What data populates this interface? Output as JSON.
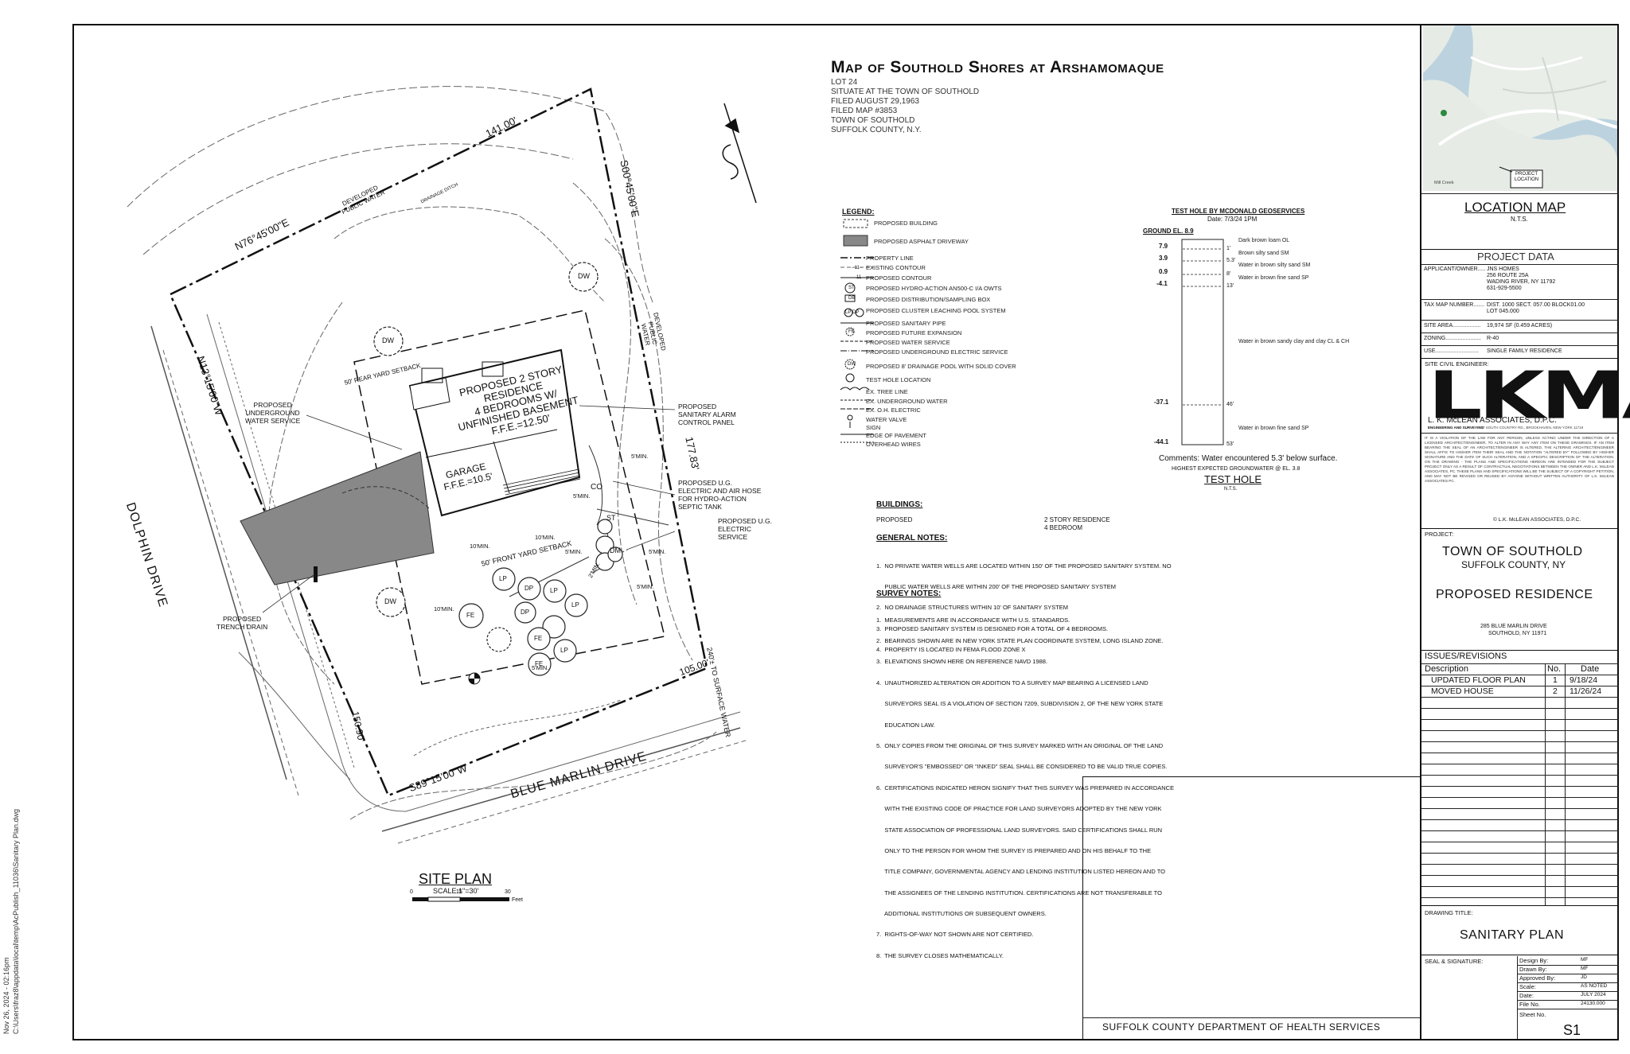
{
  "plot_stamp": {
    "line1": "Nov 26, 2024 - 02:16pm",
    "line2": "C:\\Users\\fraz8\\appdata\\local\\temp\\AcPublish_11036\\Sanitary Plan.dwg"
  },
  "title": {
    "main": "Map of Southold Shores at Arshamomaque",
    "lines": [
      "LOT 24",
      "SITUATE AT THE TOWN OF SOUTHOLD",
      "FILED AUGUST 29,1963",
      "FILED MAP #3853",
      "TOWN OF SOUTHOLD",
      "SUFFOLK COUNTY, N.Y."
    ]
  },
  "legend": {
    "heading": "LEGEND:",
    "items": [
      "PROPOSED BUILDING",
      "PROPOSED ASPHALT DRIVEWAY",
      "PROPERTY LINE",
      "EXISTING CONTOUR",
      "PROPOSED CONTOUR",
      "PROPOSED HYDRO-ACTION AN500-C I/A OWTS",
      "PROPOSED DISTRIBUTION/SAMPLING BOX",
      "PROPOSED CLUSTER LEACHING POOL SYSTEM",
      "PROPOSED SANITARY PIPE",
      "PROPOSED FUTURE EXPANSION",
      "PROPOSED WATER SERVICE",
      "PROPOSED UNDERGROUND ELECTRIC SERVICE",
      "PROPOSED 8' DRAINAGE POOL WITH SOLID COVER",
      "TEST HOLE LOCATION",
      "EX. TREE LINE",
      "EX. UNDERGROUND WATER",
      "EX. O.H. ELECTRIC",
      "WATER VALVE",
      "SIGN",
      "EDGE OF PAVEMENT",
      "OVERHEAD WIRES"
    ],
    "symbols": [
      "",
      "",
      "",
      "- 11 -",
      "11",
      "ST",
      "DB",
      "LP DP",
      "",
      "FE",
      "",
      "",
      "DW",
      "",
      "",
      "",
      "",
      "",
      "",
      "",
      ""
    ]
  },
  "test_hole": {
    "title": "TEST HOLE BY MCDONALD GEOSERVICES",
    "date": "Date:   7/3/24    1PM",
    "ground": "GROUND EL. 8.9",
    "elevations": [
      "7.9",
      "3.9",
      "0.9",
      "-4.1",
      "-37.1",
      "-44.1"
    ],
    "depths": [
      "1'",
      "5.3'",
      "8'",
      "13'",
      "46'",
      "53'"
    ],
    "layers": [
      "Dark brown loam  OL",
      "Brown silty sand  SM",
      "Water in brown silty sand  SM",
      "Water in brown fine sand  SP",
      "Water in brown sandy clay and clay  CL & CH",
      "Water in brown fine sand  SP"
    ],
    "comments": "Comments:  Water encountered 5.3' below surface.",
    "groundwater": "HIGHEST EXPECTED GROUNDWATER @ EL. 3.8",
    "label": "TEST HOLE",
    "nts": "N.T.S."
  },
  "buildings": {
    "heading": "BUILDINGS:",
    "proposed_label": "PROPOSED",
    "value1": "2 STORY RESIDENCE",
    "value2": "4 BEDROOM"
  },
  "general_notes": {
    "heading": "GENERAL NOTES:",
    "items": [
      "1.  NO PRIVATE WATER WELLS ARE LOCATED WITHIN 150' OF THE PROPOSED SANITARY SYSTEM. NO",
      "     PUBLIC WATER WELLS ARE WITHIN 200' OF THE PROPOSED SANITARY SYSTEM",
      "2.  NO DRAINAGE STRUCTURES WITHIN 10' OF SANITARY SYSTEM",
      "3.  PROPOSED SANITARY SYSTEM IS DESIGNED FOR A TOTAL OF 4 BEDROOMS.",
      "4.  PROPERTY IS LOCATED IN FEMA FLOOD ZONE X"
    ]
  },
  "survey_notes": {
    "heading": "SURVEY NOTES:",
    "items": [
      "1.  MEASUREMENTS ARE IN ACCORDANCE WITH U.S. STANDARDS.",
      "2.  BEARINGS SHOWN ARE IN NEW YORK STATE PLAN COORDINATE SYSTEM, LONG ISLAND ZONE.",
      "3.  ELEVATIONS SHOWN HERE ON REFERENCE NAVD 1988.",
      "4.  UNAUTHORIZED ALTERATION OR ADDITION TO A SURVEY MAP BEARING A LICENSED LAND",
      "     SURVEYORS SEAL IS A VIOLATION OF SECTION 7209, SUBDIVISION 2, OF THE NEW YORK STATE",
      "     EDUCATION LAW.",
      "5.  ONLY COPIES FROM THE ORIGINAL OF THIS SURVEY MARKED WITH AN ORIGINAL OF THE LAND",
      "     SURVEYOR'S \"EMBOSSED\" OR \"INKED\" SEAL SHALL BE CONSIDERED TO BE VALID TRUE COPIES.",
      "6.  CERTIFICATIONS INDICATED HERON SIGNIFY THAT THIS SURVEY WAS PREPARED IN ACCORDANCE",
      "     WITH THE EXISTING CODE OF PRACTICE FOR LAND SURVEYORS ADOPTED BY THE NEW YORK",
      "     STATE ASSOCIATION OF PROFESSIONAL LAND SURVEYORS. SAID CERTIFICATIONS SHALL RUN",
      "     ONLY TO THE PERSON FOR WHOM THE SURVEY IS PREPARED AND ON HIS BEHALF TO THE",
      "     TITLE COMPANY, GOVERNMENTAL AGENCY AND LENDING INSTITUTION LISTED HEREON AND TO",
      "     THE ASSIGNEES OF THE LENDING INSTITUTION. CERTIFICATIONS ARE NOT TRANSFERABLE TO",
      "     ADDITIONAL INSTITUTIONS OR SUBSEQUENT OWNERS.",
      "7.  RIGHTS-OF-WAY NOT SHOWN ARE NOT CERTIFIED.",
      "8.  THE SURVEY CLOSES MATHEMATICALLY."
    ]
  },
  "site_plan": {
    "label": "SITE PLAN",
    "scale": "SCALE:1\"=30'",
    "scale_ticks": [
      "0",
      "15",
      "30"
    ],
    "scale_unit": "Feet",
    "street_left": "DOLPHIN DRIVE",
    "street_bottom": "BLUE MARLIN DRIVE",
    "bearing_top": "N76°45'00\"E",
    "dist_top": "141.00'",
    "bearing_right": "S00°45'00\"E",
    "dist_right": "177.83'",
    "bearing_left": "N13°15'00\"W",
    "bearing_bottom": "S89°15'00\"W",
    "dist_bottom": "105.00'",
    "dist_corner": "150.90'",
    "residence_lines": [
      "PROPOSED 2 STORY",
      "RESIDENCE",
      "4 BEDROOMS W/",
      "UNFINISHED BASEMENT",
      "F.F.E.=12.50'"
    ],
    "garage_lines": [
      "GARAGE",
      "F.F.E.=10.5'"
    ],
    "callout_water_service": [
      "PROPOSED",
      "UNDERGROUND",
      "WATER SERVICE"
    ],
    "callout_alarm": [
      "PROPOSED",
      "SANITARY ALARM",
      "CONTROL PANEL"
    ],
    "callout_electric_air": [
      "PROPOSED U.G.",
      "ELECTRIC AND AIR HOSE",
      "FOR HYDRO-ACTION",
      "SEPTIC TANK"
    ],
    "callout_ug_electric": [
      "PROPOSED U.G.",
      "ELECTRIC",
      "SERVICE"
    ],
    "callout_trench": [
      "PROPOSED",
      "TRENCH DRAIN"
    ],
    "dev_water_top": [
      "DEVELOPED",
      "PUBLIC WATER"
    ],
    "dev_water_right": [
      "DEVELOPED",
      "PUBLIC",
      "WATER"
    ],
    "drainage_ditch": "DRAINAGE DITCH",
    "rear_setback": "50' REAR YARD SETBACK",
    "front_setback": "50' FRONT YARD SETBACK",
    "surface_water": "240'± TO SURFACE WATER",
    "co": "CO",
    "st": "ST",
    "dm": "DM",
    "min_labels": [
      "5'MIN.",
      "10'MIN.",
      "5'MIN.",
      "10'MIN.",
      "5'MIN.",
      "5'MIN.",
      "10'MIN.",
      "5'MIN.",
      "5'MIN.",
      "2'MIN."
    ],
    "structures": [
      "DW",
      "DW",
      "DW",
      "LP",
      "DP",
      "LP",
      "LP",
      "DP",
      "LP",
      "FE",
      "FE",
      "FE"
    ]
  },
  "location_map": {
    "title": "LOCATION MAP",
    "nts": "N.T.S.",
    "project_location": "PROJECT LOCATION",
    "mill_creek": "Mill Creek"
  },
  "project_data": {
    "title": "PROJECT DATA",
    "rows": [
      {
        "label": "APPLICANT/OWNER.....",
        "value": "JNS HOMES\n256 ROUTE 25A\nWADING RIVER, NY 11792\n631-929-5500"
      },
      {
        "label": "TAX MAP NUMBER.......",
        "value": "DIST. 1000 SECT. 057.00 BLOCK01.00\nLOT 045.000"
      },
      {
        "label": "SITE AREA..................",
        "value": "19,974 SF (0.459 ACRES)"
      },
      {
        "label": "ZONING.......................",
        "value": "R-40"
      },
      {
        "label": "USE............................",
        "value": "SINGLE FAMILY RESIDENCE"
      }
    ]
  },
  "engineer": {
    "heading": "SITE CIVIL ENGINEER:",
    "logo": "LKMA",
    "name": "L. K. McLEAN ASSOCIATES, D.P.C.",
    "sub": "ENGINEERING AND SURVEYING",
    "address": "437 SOUTH COUNTRY RD., BROOKHAVEN, NEW YORK 11719",
    "disclaimer": "IT IS A VIOLATION OF THE LAW FOR ANY PERSON, UNLESS ACTING UNDER THE DIRECTION OF A LICENSED ARCHITECT/ENGINEER, TO ALTER IN ANY WAY ANY ITEM ON THESE DRAWINGS. IF AN ITEM BEARING THE SEAL OF AN ARCHITECT/ENGINEER IS ALTERED, THE ALTERING ARCHITECT/ENGINEER SHALL AFFIX TO HIS/HER ITEM THEIR SEAL AND THE NOTATION \"ALTERED BY\" FOLLOWED BY HIS/HER SIGNATURE AND THE DATE OF SUCH ALTERATION, AND A SPECIFIC DESCRIPTION OF THE ALTERATION. ON THE DRAWING - THE PLANS AND SPECIFICATIONS HEREON ARE INTENDED FOR THE SUBJECT PROJECT ONLY AS A RESULT OF CONTRACTUAL NEGOTIATIONS BETWEEN THE OWNER AND L.K. McLEAN ASSOCIATES, PC. THESE PLANS AND SPECIFICATIONS WILL BE THE SUBJECT OF A COPYRIGHT PETITION, AND MAY NOT BE REVISED OR REUSED BY ANYONE WITHOUT WRITTEN AUTHORITY OF L.K. McLEAN ASSOCIATES PC.",
    "copyright": "© L.K. McLEAN ASSOCIATES, D.P.C."
  },
  "project": {
    "heading": "PROJECT:",
    "town": "TOWN OF SOUTHOLD",
    "county": "SUFFOLK COUNTY, NY",
    "name": "PROPOSED RESIDENCE",
    "address1": "285 BLUE MARLIN DRIVE",
    "address2": "SOUTHOLD, NY 11971"
  },
  "revisions": {
    "heading": "ISSUES/REVISIONS",
    "columns": [
      "Description",
      "No.",
      "Date"
    ],
    "rows": [
      [
        "UPDATED FLOOR PLAN",
        "1",
        "9/18/24"
      ],
      [
        "MOVED HOUSE",
        "2",
        "11/26/24"
      ]
    ]
  },
  "drawing_title": {
    "heading": "DRAWING TITLE:",
    "value": "SANITARY PLAN"
  },
  "seal": {
    "label": "SEAL & SIGNATURE:",
    "rows": [
      {
        "label": "Design By:",
        "value": "MF"
      },
      {
        "label": "Drawn By:",
        "value": "MF"
      },
      {
        "label": "Approved By:",
        "value": "JD"
      },
      {
        "label": "Scale:",
        "value": "AS NOTED"
      },
      {
        "label": "Date:",
        "value": "JULY 2024"
      },
      {
        "label": "File No.",
        "value": "24130.000"
      }
    ],
    "sheet_label": "Sheet No.",
    "sheet": "S1"
  },
  "health_dept": "SUFFOLK COUNTY DEPARTMENT OF HEALTH SERVICES"
}
